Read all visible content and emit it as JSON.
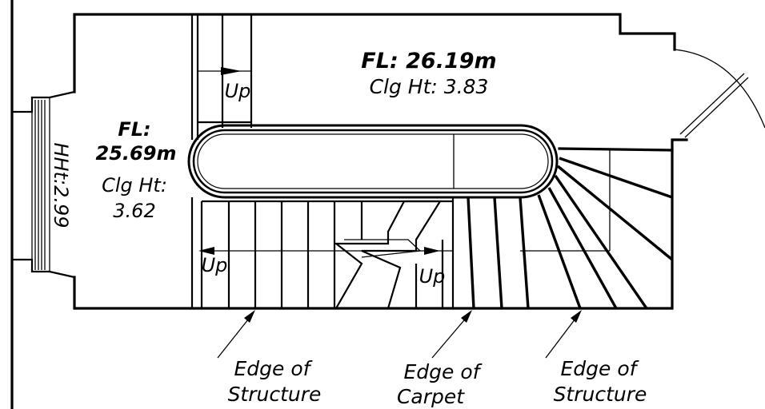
{
  "rooms": {
    "upper": {
      "floor_level": "FL: 26.19m",
      "ceiling_height": "Clg Ht: 3.83"
    },
    "lower": {
      "floor_level_label": "FL:",
      "floor_level_value": "25.69m",
      "ceiling_label": "Clg Ht:",
      "ceiling_value": "3.62"
    }
  },
  "window": {
    "head_height": "HHt:2.99"
  },
  "stair_arrows": {
    "up_top": "Up",
    "up_bottom_left": "Up",
    "up_bottom_middle": "Up"
  },
  "annotations": [
    {
      "line1": "Edge of",
      "line2": "Structure"
    },
    {
      "line1": "Edge of",
      "line2": "Carpet"
    },
    {
      "line1": "Edge of",
      "line2": "Structure"
    }
  ]
}
